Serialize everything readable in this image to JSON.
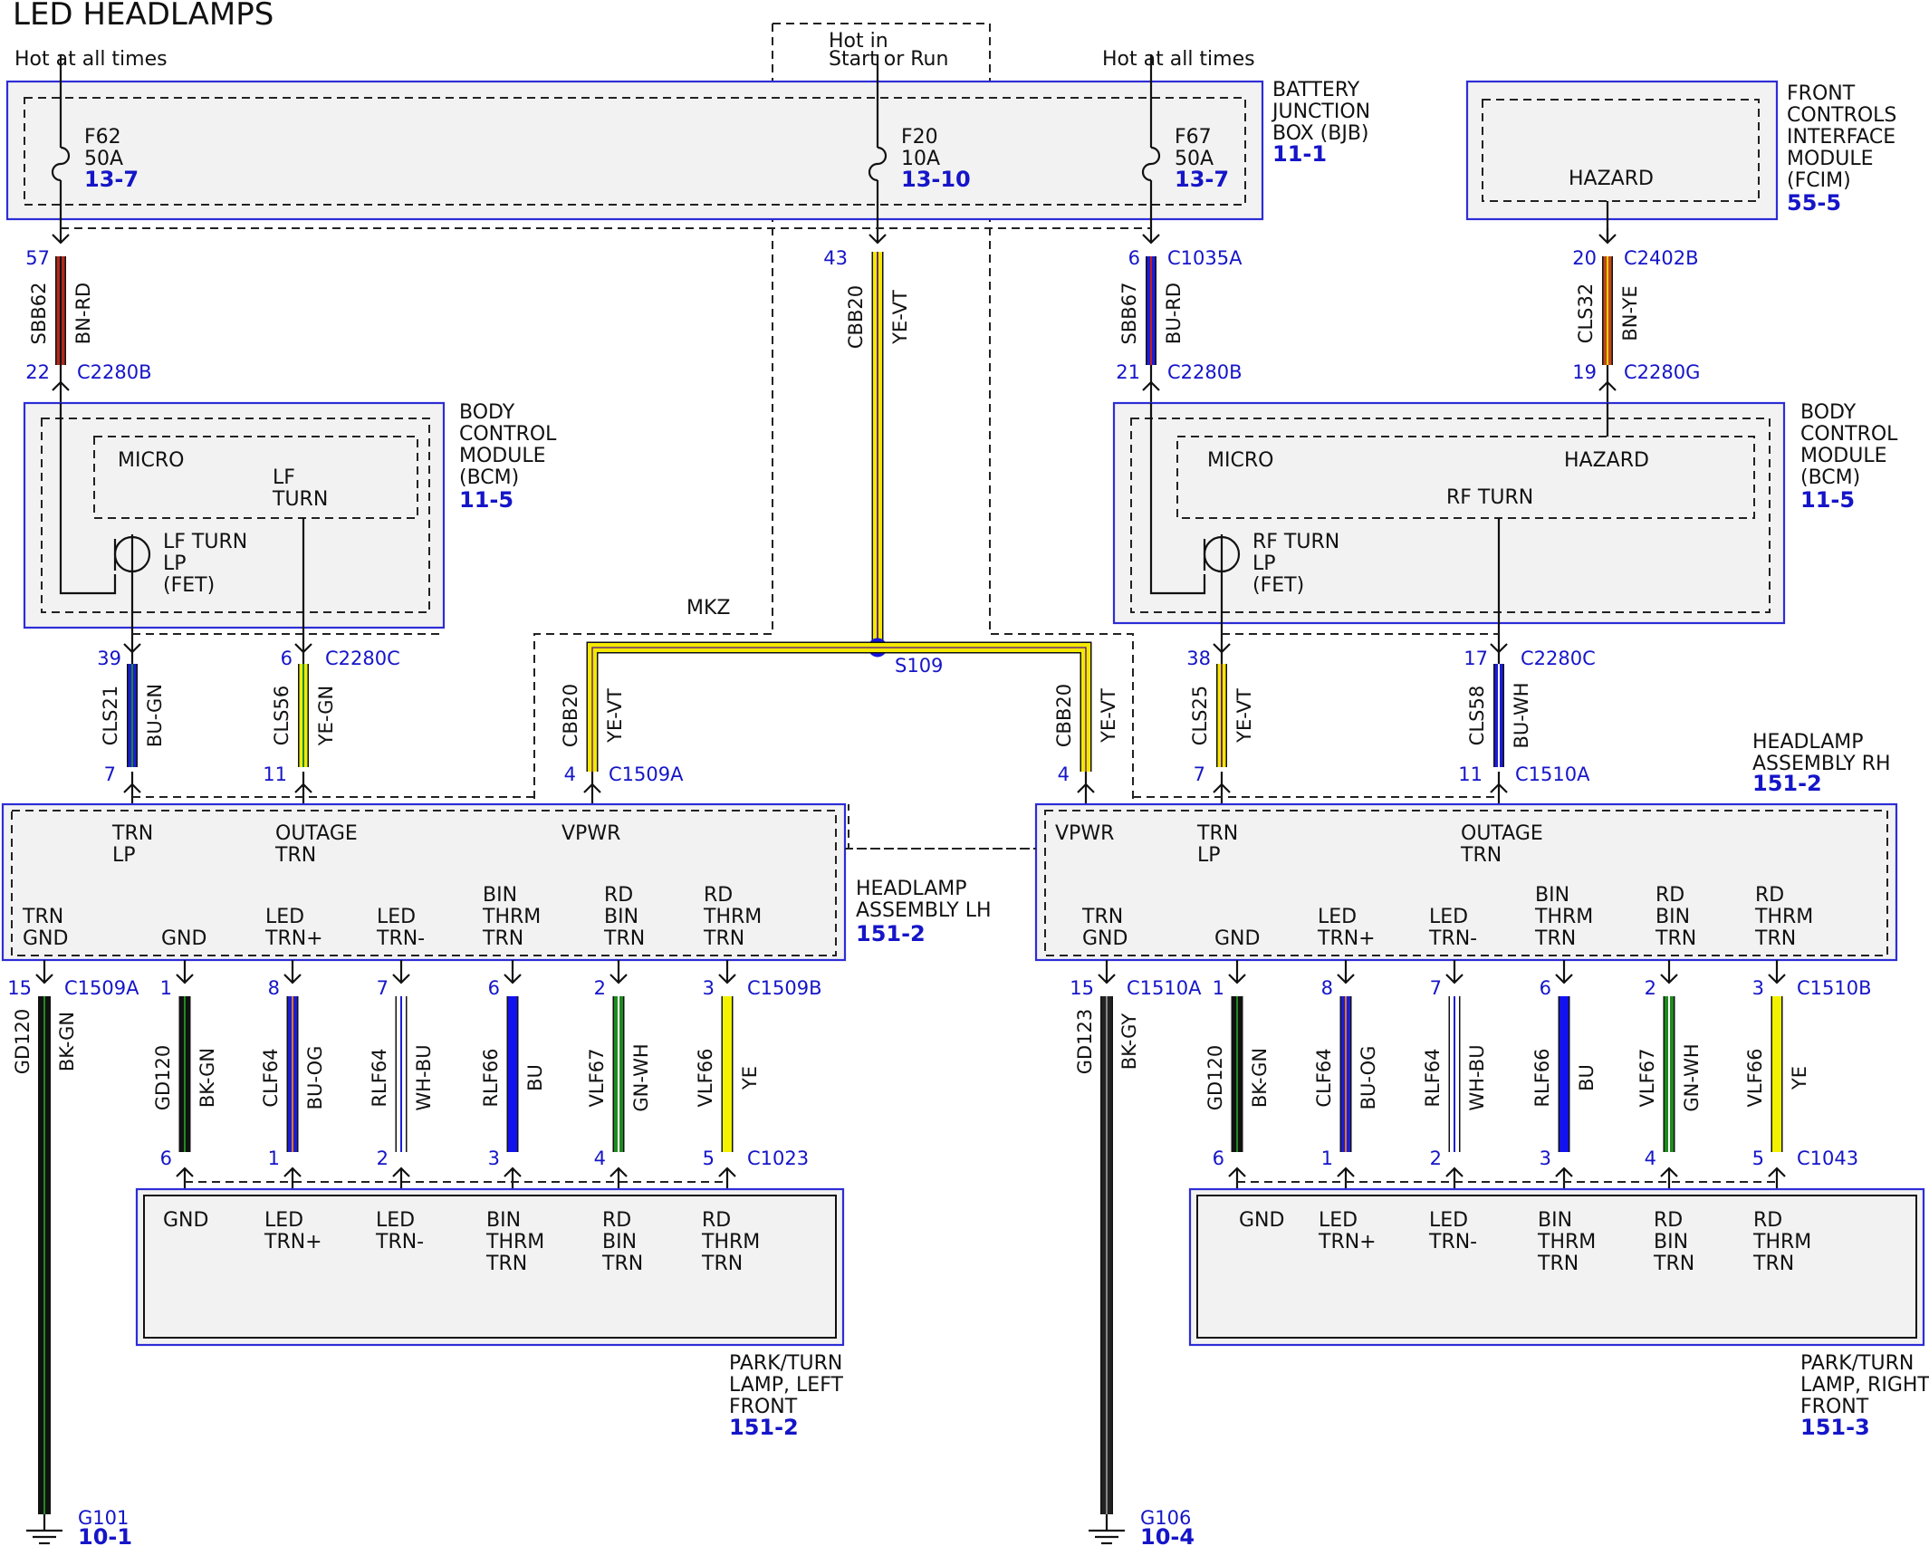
{
  "title": "LED HEADLAMPS",
  "power": {
    "hot_left": "Hot at all times",
    "hot_mid_1": "Hot in",
    "hot_mid_2": "Start or Run",
    "hot_right": "Hot at all times"
  },
  "bjb": {
    "name_lines": [
      "BATTERY",
      "JUNCTION",
      "BOX (BJB)"
    ],
    "ref": "11-1",
    "fuses": [
      {
        "id": "F62",
        "rating": "50A",
        "ref": "13-7"
      },
      {
        "id": "F20",
        "rating": "10A",
        "ref": "13-10"
      },
      {
        "id": "F67",
        "rating": "50A",
        "ref": "13-7"
      }
    ]
  },
  "fcim": {
    "name_lines": [
      "FRONT",
      "CONTROLS",
      "INTERFACE",
      "MODULE",
      "(FCIM)"
    ],
    "ref": "55-5",
    "inner": "HAZARD"
  },
  "bcm_left": {
    "name_lines": [
      "BODY",
      "CONTROL",
      "MODULE",
      "(BCM)"
    ],
    "ref": "11-5",
    "micro": "MICRO",
    "lf_turn_1": "LF",
    "lf_turn_2": "TURN",
    "fet_lines": [
      "LF TURN",
      "LP",
      "(FET)"
    ]
  },
  "bcm_right": {
    "name_lines": [
      "BODY",
      "CONTROL",
      "MODULE",
      "(BCM)"
    ],
    "ref": "11-5",
    "micro": "MICRO",
    "hazard": "HAZARD",
    "rf_turn": "RF TURN",
    "fet_lines": [
      "RF TURN",
      "LP",
      "(FET)"
    ]
  },
  "wires_top": [
    {
      "circuit": "SBB62",
      "color": "BN-RD",
      "pin_top": "57",
      "pin_bottom": "22",
      "conn_bottom": "C2280B"
    },
    {
      "circuit": "CBB20",
      "color": "YE-VT",
      "pin_top": "43"
    },
    {
      "circuit": "SBB67",
      "color": "BU-RD",
      "pin_top": "6",
      "conn_top": "C1035A",
      "pin_bottom": "21",
      "conn_bottom": "C2280B"
    },
    {
      "circuit": "CLS32",
      "color": "BN-YE",
      "pin_top": "20",
      "conn_top": "C2402B",
      "pin_bottom": "19",
      "conn_bottom": "C2280G"
    }
  ],
  "mkz": "MKZ",
  "splice": "S109",
  "wires_mid": [
    {
      "circuit": "CLS21",
      "color": "BU-GN",
      "pin_top": "39",
      "pin_bottom": "7"
    },
    {
      "circuit": "CLS56",
      "color": "YE-GN",
      "pin_top": "6",
      "conn_top": "C2280C",
      "pin_bottom": "11"
    },
    {
      "circuit": "CBB20",
      "color": "YE-VT",
      "pin_bottom": "4",
      "conn_bottom": "C1509A"
    },
    {
      "circuit": "CBB20",
      "color": "YE-VT",
      "pin_bottom": "4"
    },
    {
      "circuit": "CLS25",
      "color": "YE-VT",
      "pin_top": "38",
      "pin_bottom": "7"
    },
    {
      "circuit": "CLS58",
      "color": "BU-WH",
      "pin_top": "17",
      "conn_top": "C2280C",
      "pin_bottom": "11",
      "conn_bottom": "C1510A"
    }
  ],
  "headlamp_lh": {
    "name_lines": [
      "HEADLAMP",
      "ASSEMBLY LH"
    ],
    "ref": "151-2",
    "inputs": [
      [
        "TRN",
        "LP"
      ],
      [
        "OUTAGE",
        "TRN"
      ],
      [
        "VPWR"
      ]
    ],
    "outputs": [
      [
        "TRN",
        "GND"
      ],
      [
        "GND"
      ],
      [
        "LED",
        "TRN+"
      ],
      [
        "LED",
        "TRN-"
      ],
      [
        "BIN",
        "THRM",
        "TRN"
      ],
      [
        "RD",
        "BIN",
        "TRN"
      ],
      [
        "RD",
        "THRM",
        "TRN"
      ]
    ]
  },
  "headlamp_rh": {
    "name_lines": [
      "HEADLAMP",
      "ASSEMBLY RH"
    ],
    "ref": "151-2",
    "inputs": [
      [
        "VPWR"
      ],
      [
        "TRN",
        "LP"
      ],
      [
        "OUTAGE",
        "TRN"
      ]
    ],
    "outputs": [
      [
        "TRN",
        "GND"
      ],
      [
        "GND"
      ],
      [
        "LED",
        "TRN+"
      ],
      [
        "LED",
        "TRN-"
      ],
      [
        "BIN",
        "THRM",
        "TRN"
      ],
      [
        "RD",
        "BIN",
        "TRN"
      ],
      [
        "RD",
        "THRM",
        "TRN"
      ]
    ]
  },
  "wires_low_left": [
    {
      "circuit": "GD120",
      "color": "BK-GN",
      "pin_top": "15",
      "conn_top": "C1509A"
    },
    {
      "circuit": "GD120",
      "color": "BK-GN",
      "pin_top": "1",
      "pin_bottom": "6"
    },
    {
      "circuit": "CLF64",
      "color": "BU-OG",
      "pin_top": "8",
      "pin_bottom": "1"
    },
    {
      "circuit": "RLF64",
      "color": "WH-BU",
      "pin_top": "7",
      "pin_bottom": "2"
    },
    {
      "circuit": "RLF66",
      "color": "BU",
      "pin_top": "6",
      "pin_bottom": "3"
    },
    {
      "circuit": "VLF67",
      "color": "GN-WH",
      "pin_top": "2",
      "pin_bottom": "4"
    },
    {
      "circuit": "VLF66",
      "color": "YE",
      "pin_top": "3",
      "conn_top": "C1509B",
      "pin_bottom": "5",
      "conn_bottom": "C1023"
    }
  ],
  "wires_low_right": [
    {
      "circuit": "GD123",
      "color": "BK-GY",
      "pin_top": "15",
      "conn_top": "C1510A"
    },
    {
      "circuit": "GD120",
      "color": "BK-GN",
      "pin_top": "1",
      "pin_bottom": "6"
    },
    {
      "circuit": "CLF64",
      "color": "BU-OG",
      "pin_top": "8",
      "pin_bottom": "1"
    },
    {
      "circuit": "RLF64",
      "color": "WH-BU",
      "pin_top": "7",
      "pin_bottom": "2"
    },
    {
      "circuit": "RLF66",
      "color": "BU",
      "pin_top": "6",
      "pin_bottom": "3"
    },
    {
      "circuit": "VLF67",
      "color": "GN-WH",
      "pin_top": "2",
      "pin_bottom": "4"
    },
    {
      "circuit": "VLF66",
      "color": "YE",
      "pin_top": "3",
      "conn_top": "C1510B",
      "pin_bottom": "5",
      "conn_bottom": "C1043"
    }
  ],
  "park_lamp_left": {
    "name_lines": [
      "PARK/TURN",
      "LAMP, LEFT",
      "FRONT"
    ],
    "ref": "151-2",
    "inputs": [
      [
        "GND"
      ],
      [
        "LED",
        "TRN+"
      ],
      [
        "LED",
        "TRN-"
      ],
      [
        "BIN",
        "THRM",
        "TRN"
      ],
      [
        "RD",
        "BIN",
        "TRN"
      ],
      [
        "RD",
        "THRM",
        "TRN"
      ]
    ]
  },
  "park_lamp_right": {
    "name_lines": [
      "PARK/TURN",
      "LAMP, RIGHT",
      "FRONT"
    ],
    "ref": "151-3",
    "inputs": [
      [
        "GND"
      ],
      [
        "LED",
        "TRN+"
      ],
      [
        "LED",
        "TRN-"
      ],
      [
        "BIN",
        "THRM",
        "TRN"
      ],
      [
        "RD",
        "BIN",
        "TRN"
      ],
      [
        "RD",
        "THRM",
        "TRN"
      ]
    ]
  },
  "grounds": [
    {
      "id": "G101",
      "ref": "10-1"
    },
    {
      "id": "G106",
      "ref": "10-4"
    }
  ],
  "colors": {
    "component_border": "#2d2dd6",
    "component_fill": "#f2f2f2",
    "pin_text": "#1515c8",
    "BN-RD": "#b02a1e",
    "YE-VT": "#f4e800",
    "BU-RD": "#1d1dd6",
    "BN-YE": "#c0471c",
    "BU-GN": "#1d1dd6",
    "YE-GN": "#ecec10",
    "BU-WH": "#1d1dd6",
    "BK-GN": "#111111",
    "BK-GY": "#222222",
    "BU-OG": "#1d1dd6",
    "WH-BU": "#ffffff",
    "BU": "#1212ee",
    "GN-WH": "#1f8a1f",
    "YE": "#f2f200"
  }
}
